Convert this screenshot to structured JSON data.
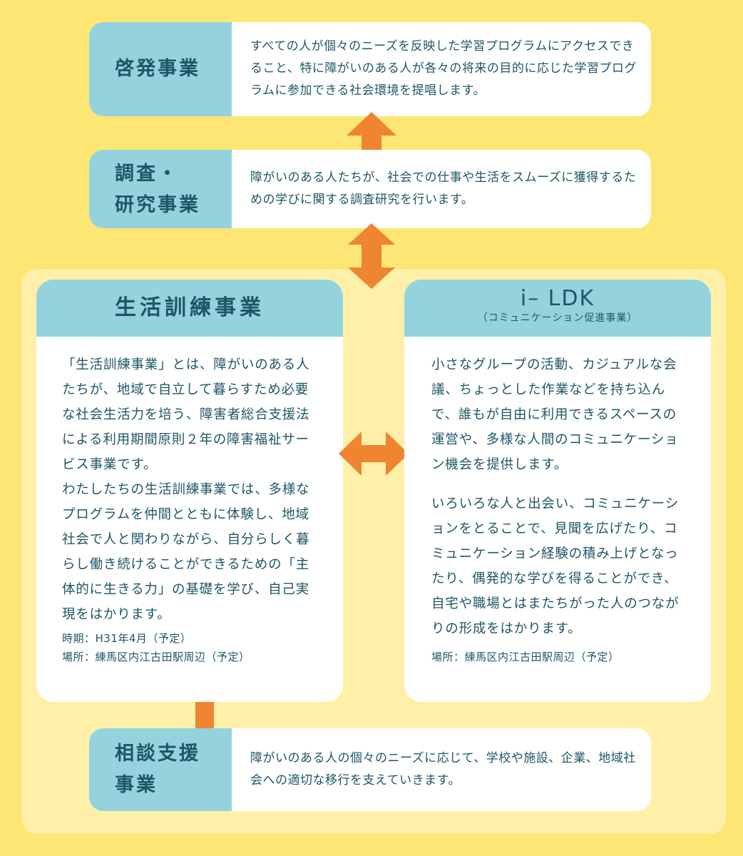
{
  "colors": {
    "background": "#fde673",
    "panel": "#fef0a8",
    "label_bg": "#94d3de",
    "text": "#1f5665",
    "arrow": "#ef8431"
  },
  "keihatsu": {
    "title": "啓発事業",
    "description": "すべての人が個々のニーズを反映した学習プログラムにアクセスできること、特に障がいのある人が各々の将来の目的に応じた学習プログラムに参加できる社会環境を提唱します。"
  },
  "chousa": {
    "title": "調査・\n研究事業",
    "description": "障がいのある人たちが、社会での仕事や生活をスムーズに獲得するための学びに関する調査研究を行います。"
  },
  "seikatsu": {
    "title": "生活訓練事業",
    "para1": "「生活訓練事業」とは、障がいのある人たちが、地域で自立して暮らすため必要な社会生活力を培う、障害者総合支援法による利用期間原則２年の障害福祉サービス事業です。",
    "para2": "わたしたちの生活訓練事業では、多様なプログラムを仲間とともに体験し、地域社会で人と関わりながら、自分らしく暮らし働き続けることができるための「主体的に生きる力」の基礎を学び、自己実現をはかります。",
    "period": "時期：H31年4月（予定）",
    "place": "場所：練馬区内江古田駅周辺（予定）"
  },
  "ildk": {
    "title": "i– LDK",
    "subtitle": "（コミュニケーション促進事業）",
    "para1": "小さなグループの活動、カジュアルな会議、ちょっとした作業などを持ち込んで、誰もが自由に利用できるスペースの運営や、多様な人間のコミュニケーション機会を提供します。",
    "para2": "いろいろな人と出会い、コミュニケーションをとることで、見聞を広げたり、コミュニケーション経験の積み上げとなったり、偶発的な学びを得ることができ、自宅や職場とはまたちがった人のつながりの形成をはかります。",
    "place": "場所：練馬区内江古田駅周辺（予定）"
  },
  "soudan": {
    "title": "相談支援\n事業",
    "description": "障がいのある人の個々のニーズに応じて、学校や施設、企業、地域社会への適切な移行を支えていきます。"
  }
}
